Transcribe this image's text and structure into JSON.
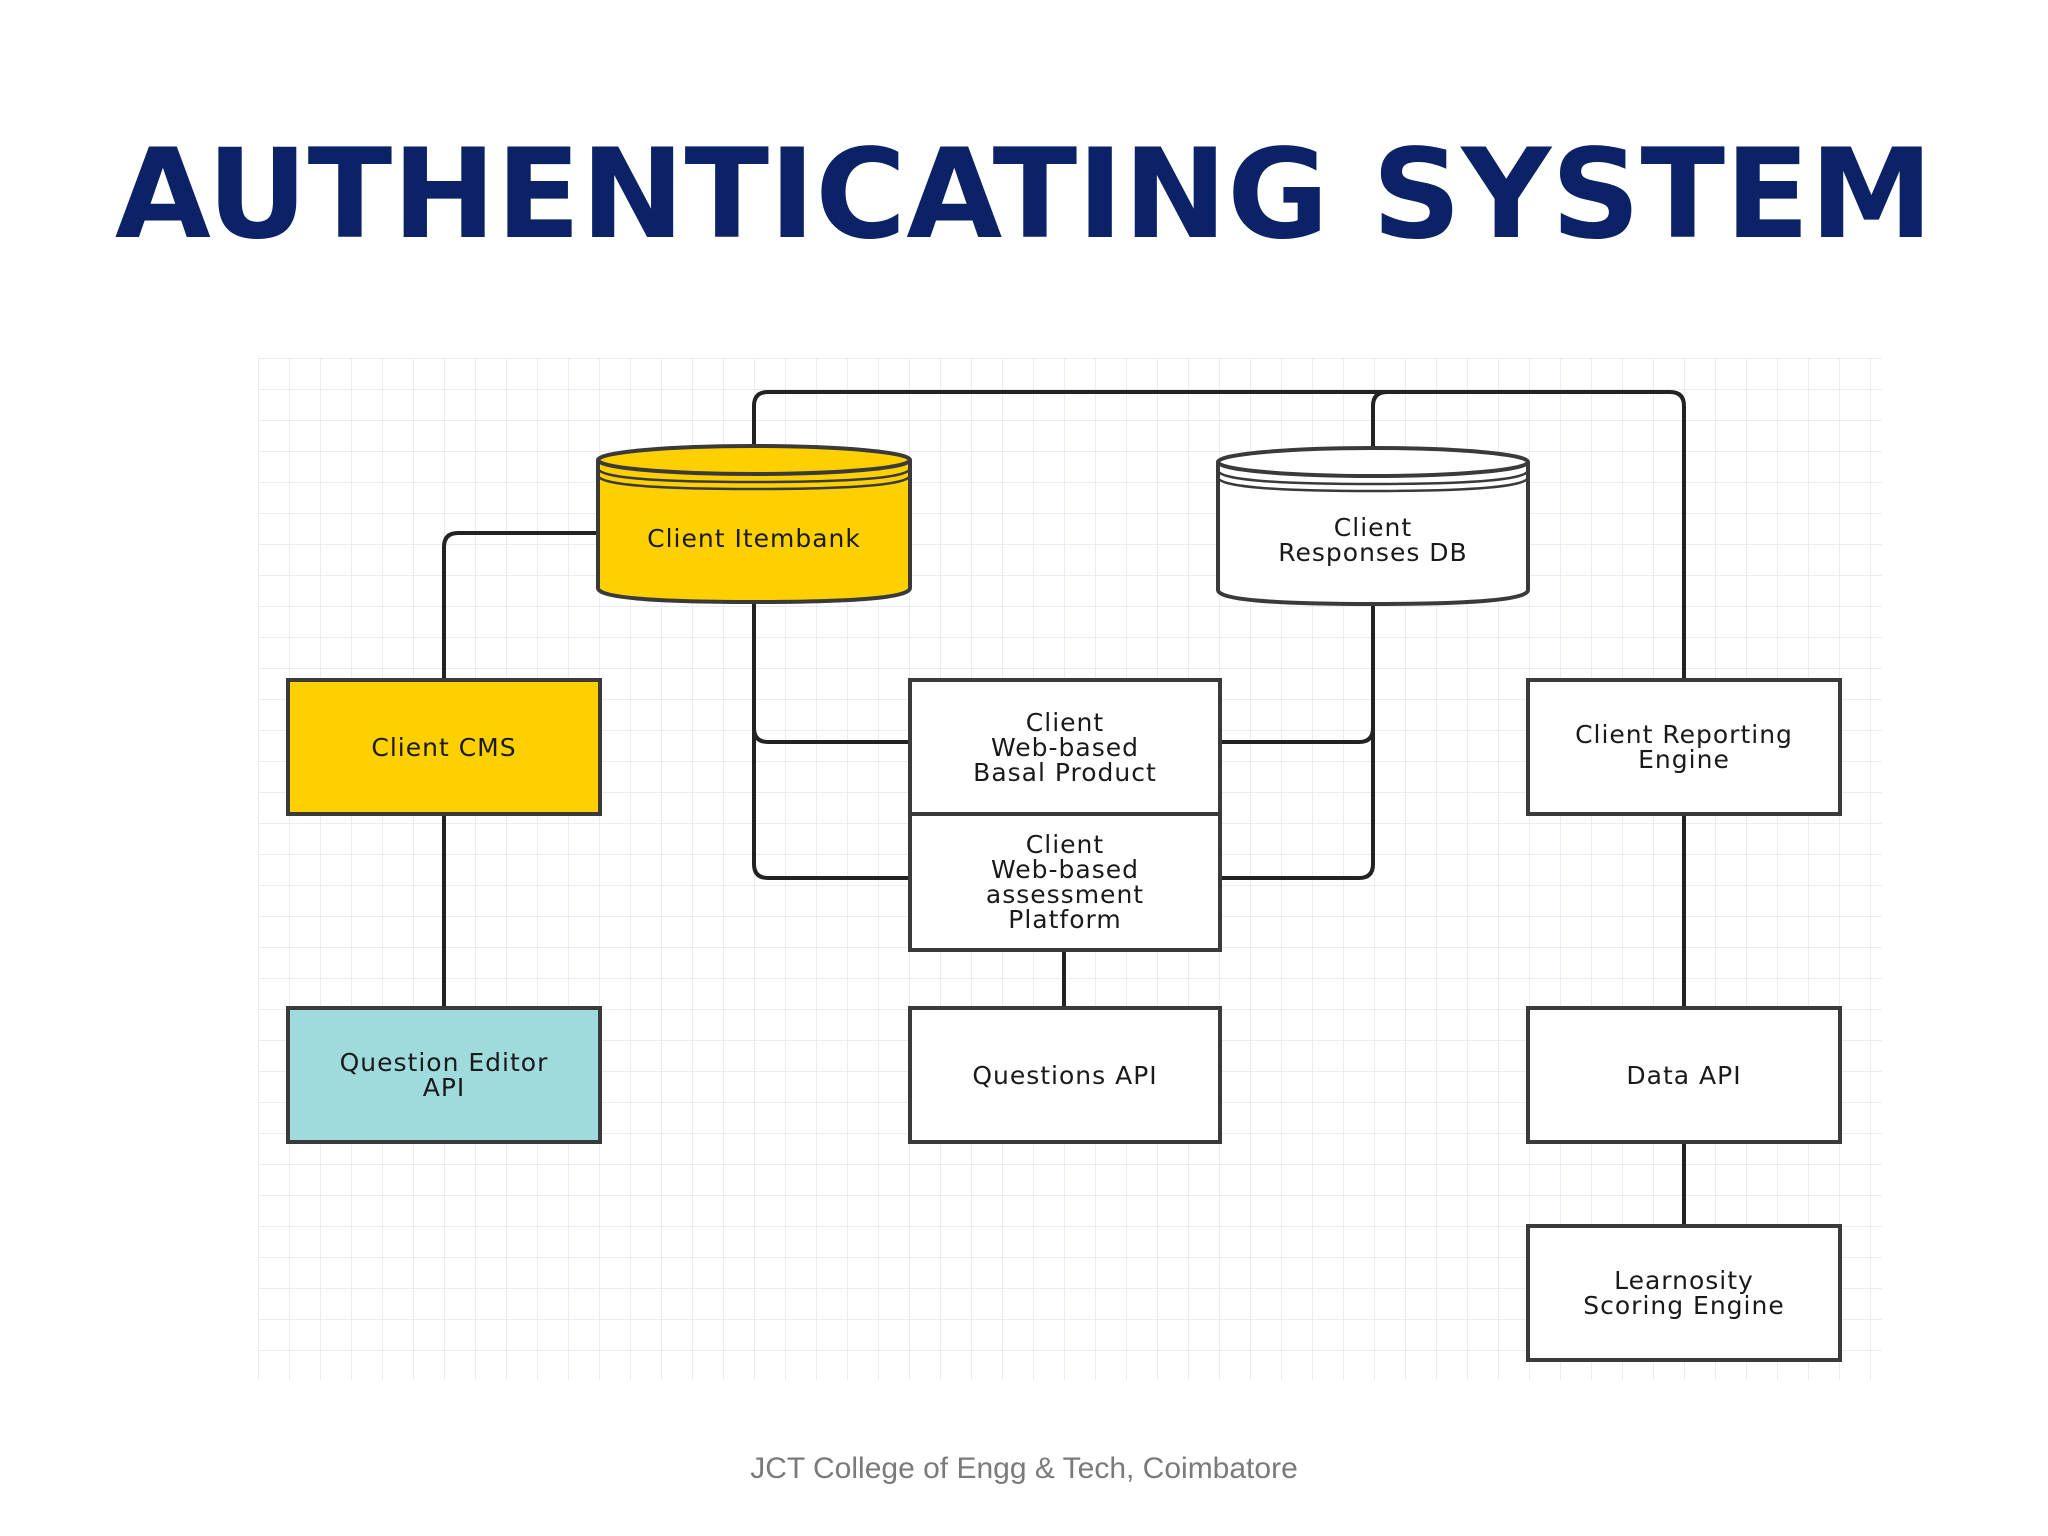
{
  "slide": {
    "title": "AUTHENTICATING SYSTEM",
    "footer": "JCT College of Engg & Tech, Coimbatore"
  },
  "diagram": {
    "colors": {
      "itembank_fill": "#ffd000",
      "cms_fill": "#ffd000",
      "question_editor_fill": "#9fdbdd",
      "default_fill": "#ffffff",
      "line": "#222222",
      "grid": "#dde0ec"
    },
    "nodes": {
      "itembank": "Client Itembank",
      "responses_db": "Client\nResponses DB",
      "cms": "Client CMS",
      "basal_product": "Client\nWeb-based\nBasal Product",
      "assessment_platform": "Client\nWeb-based\nassessment\nPlatform",
      "reporting_engine": "Client Reporting\nEngine",
      "question_editor_api": "Question Editor\nAPI",
      "questions_api": "Questions API",
      "data_api": "Data API",
      "scoring_engine": "Learnosity\nScoring Engine"
    }
  }
}
